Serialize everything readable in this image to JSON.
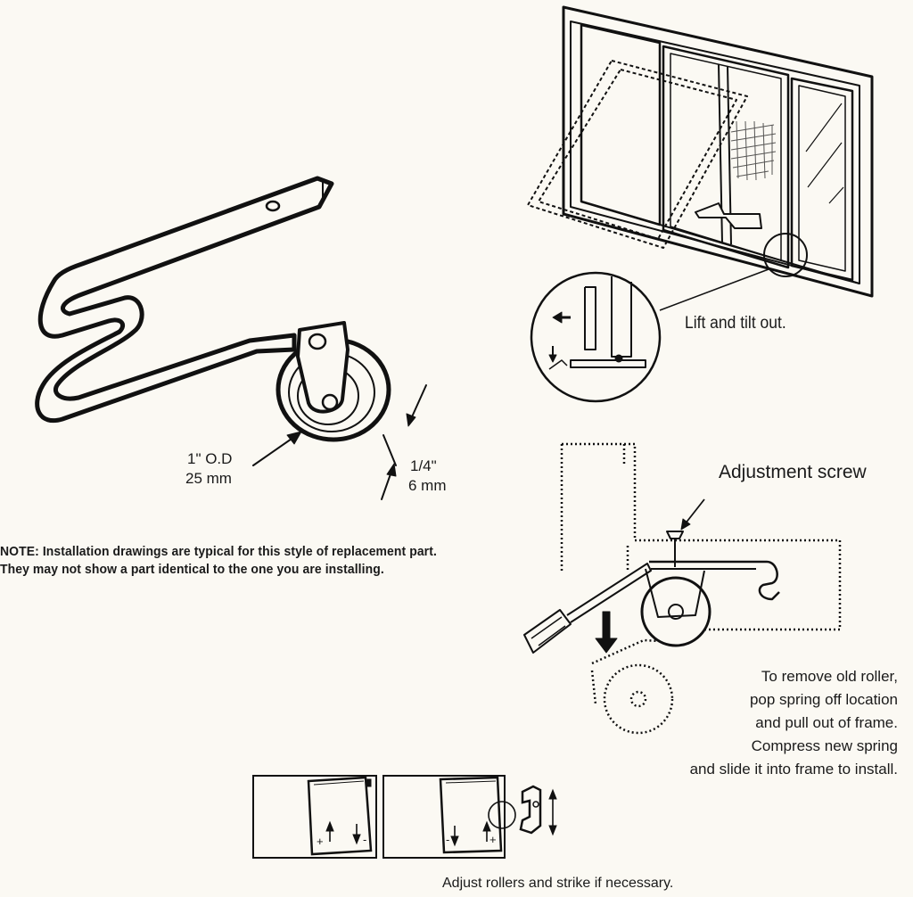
{
  "dimensions": {
    "diameter_in": "1\" O.D",
    "diameter_mm": "25 mm",
    "width_in": "1/4\"",
    "width_mm": "6 mm"
  },
  "note": {
    "line1": "NOTE: Installation drawings are typical for this style of replacement part.",
    "line2": "They may not show a part identical to the one you are installing."
  },
  "captions": {
    "lift_tilt": "Lift and tilt out.",
    "adjustment_screw": "Adjustment screw",
    "remove_roller": [
      "To remove old roller,",
      "pop spring off location",
      "and pull out of frame.",
      "Compress new spring",
      "and slide it into frame to install."
    ],
    "adjust_rollers": "Adjust rollers and strike if necessary."
  },
  "adjust_marks": {
    "plus": "+",
    "minus": "-"
  },
  "colors": {
    "background": "#fbf9f3",
    "line": "#111111"
  }
}
